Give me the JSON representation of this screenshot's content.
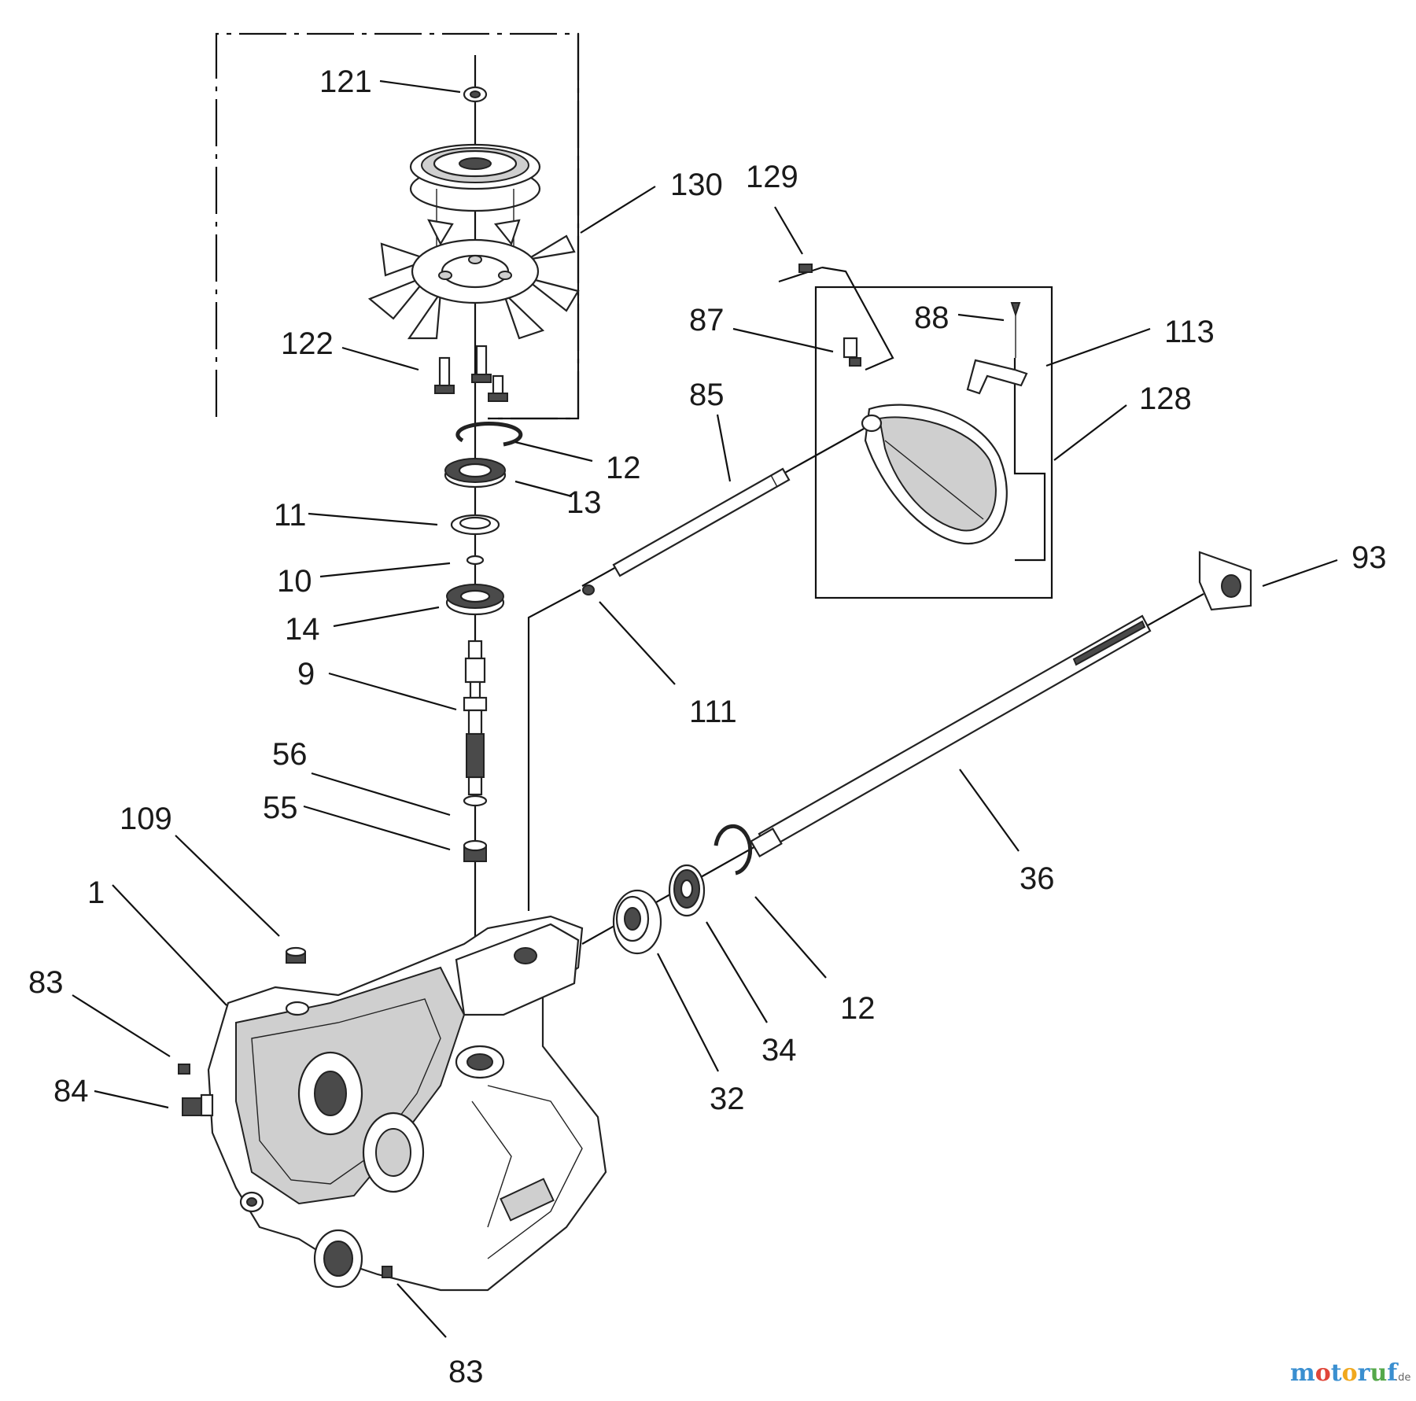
{
  "callouts": {
    "p121": "121",
    "p130": "130",
    "p129": "129",
    "p122": "122",
    "p88": "88",
    "p87": "87",
    "p113": "113",
    "p85": "85",
    "p128": "128",
    "p12a": "12",
    "p13": "13",
    "p11": "11",
    "p10": "10",
    "p14": "14",
    "p93": "93",
    "p111": "111",
    "p9": "9",
    "p56": "56",
    "p55": "55",
    "p109": "109",
    "p36": "36",
    "p1": "1",
    "p83a": "83",
    "p12b": "12",
    "p84": "84",
    "p34": "34",
    "p32": "32",
    "p83b": "83"
  },
  "watermark": {
    "text": "motoruf",
    "suffix": ".de"
  },
  "colors": {
    "line": "#111111",
    "text": "#1a1a1a",
    "background": "#ffffff"
  }
}
